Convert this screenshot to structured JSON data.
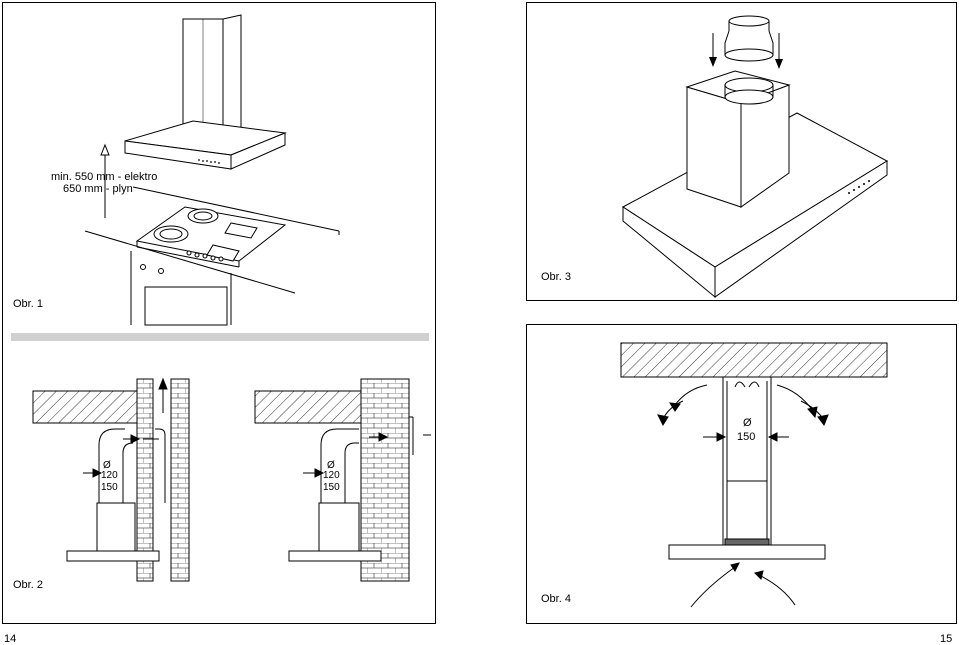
{
  "pages": {
    "left": "14",
    "right": "15"
  },
  "fig1": {
    "label": "Obr. 1",
    "note_line1": "min. 550 mm - elektro",
    "note_line2": "650 mm - plyn"
  },
  "fig2": {
    "label": "Obr. 2",
    "left_diameter": "Ø",
    "left_size_a": "120",
    "left_size_b": "150",
    "right_diameter": "Ø",
    "right_size_a": "120",
    "right_size_b": "150"
  },
  "fig3": {
    "label": "Obr. 3"
  },
  "fig4": {
    "label": "Obr. 4",
    "diameter": "Ø",
    "size": "150"
  }
}
